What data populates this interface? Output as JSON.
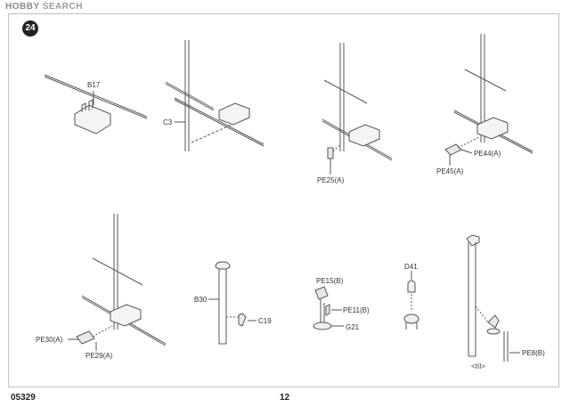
{
  "watermark": {
    "brand": "HOBBY",
    "suffix": "SEARCH"
  },
  "step": {
    "number": "24"
  },
  "footer": {
    "product_code": "05329",
    "page_number": "12"
  },
  "parts": {
    "b17": "B17",
    "c3": "C3",
    "pe25a": "PE25(A)",
    "pe44a": "PE44(A)",
    "pe45a": "PE45(A)",
    "pe30a": "PE30(A)",
    "pe29a": "PE29(A)",
    "b30": "B30",
    "c19": "C19",
    "pe15b": "PE15(B)",
    "pe11b": "PE11(B)",
    "g21": "G21",
    "d41": "D41",
    "pe8b": "PE8(B)",
    "view_marker": "<III>"
  },
  "colors": {
    "line": "#555555",
    "ink": "#222222",
    "frame": "#bfbfbf"
  }
}
